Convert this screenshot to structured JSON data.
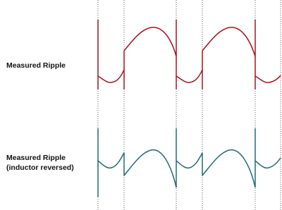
{
  "labels": {
    "top": "Measured Ripple",
    "bottom_line1": "Measured Ripple",
    "bottom_line2": "(inductor reversed)"
  },
  "colors": {
    "top_trace": "#a0141e",
    "bottom_trace": "#1f6b72",
    "guide_lines": "#555555"
  }
}
